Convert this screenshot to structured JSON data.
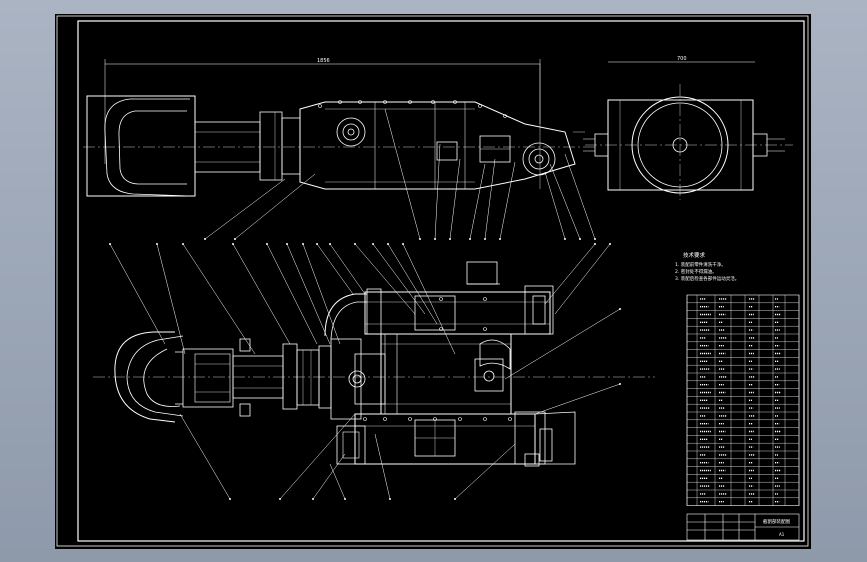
{
  "drawing": {
    "background": "#000000",
    "line_color": "#ffffff",
    "viewport_color": "#9aa5b6",
    "tech_requirements": {
      "title": "技术要求",
      "items": [
        "1. 装配前零件清洗干净。",
        "2. 密封处不得漏油。",
        "3. 装配后检查各部件运动灵活。"
      ]
    },
    "title_block": {
      "drawing_name": "截割部装配图",
      "sheet": "A1"
    }
  }
}
